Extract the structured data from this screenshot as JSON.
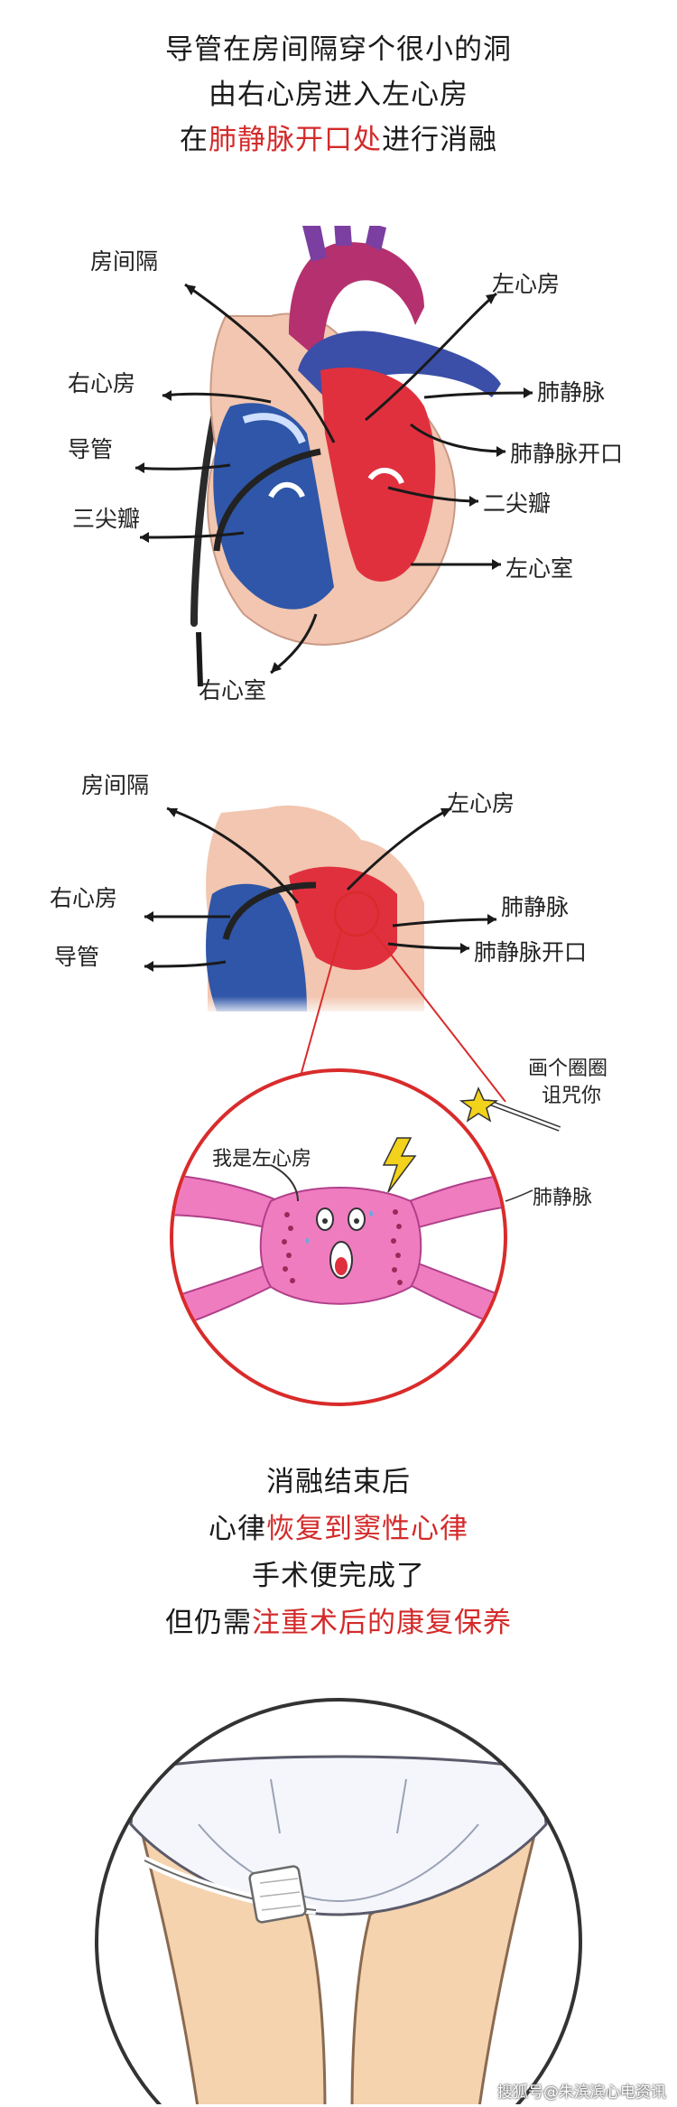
{
  "intro": {
    "line1": "导管在房间隔穿个很小的洞",
    "line2": "由右心房进入左心房",
    "line3_pre": "在",
    "line3_red": "肺静脉开口处",
    "line3_post": "进行消融"
  },
  "heart1_labels": {
    "septum": "房间隔",
    "left_atrium": "左心房",
    "right_atrium": "右心房",
    "pulmonary_vein": "肺静脉",
    "catheter": "导管",
    "pv_opening": "肺静脉开口",
    "tricuspid": "三尖瓣",
    "mitral": "二尖瓣",
    "left_ventricle": "左心室",
    "right_ventricle": "右心室"
  },
  "heart2_labels": {
    "septum": "房间隔",
    "left_atrium": "左心房",
    "right_atrium": "右心房",
    "pulmonary_vein": "肺静脉",
    "catheter": "导管",
    "pv_opening": "肺静脉开口"
  },
  "cartoon": {
    "wand_text_1": "画个圈圈",
    "wand_text_2": "诅咒你",
    "speech": "我是左心房",
    "vein": "肺静脉"
  },
  "outro": {
    "line1": "消融结束后",
    "line2_pre": "心律",
    "line2_red": "恢复到窦性心律",
    "line3": "手术便完成了",
    "line4_pre": "但仍需",
    "line4_red": "注重术后的康复保养"
  },
  "watermark": "搜狐号@朱滨滨心电资讯",
  "colors": {
    "red_text": "#d42a2a",
    "heart_red": "#e0303e",
    "heart_blue": "#2f56a8",
    "heart_outer": "#f2c6b0",
    "atrium_pink": "#f07cc0",
    "circle_red": "#d92b2b"
  }
}
